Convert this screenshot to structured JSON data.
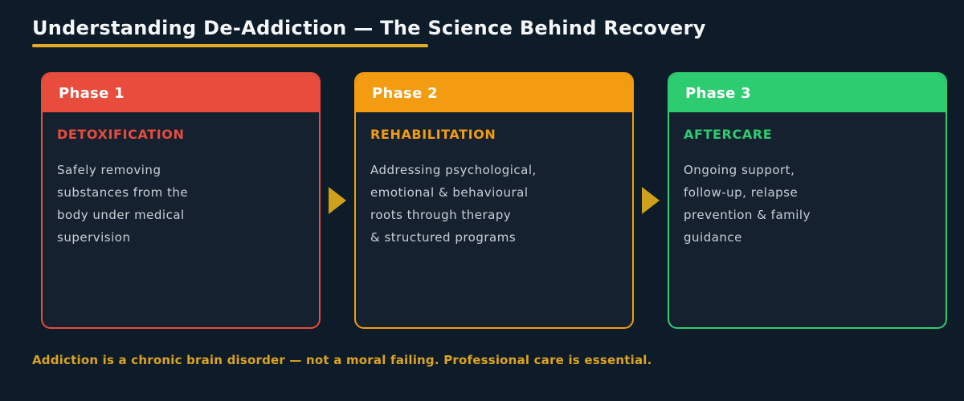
{
  "header": {
    "title": "Understanding De-Addiction — The Science Behind Recovery"
  },
  "phases": [
    {
      "label": "Phase 1",
      "stage": "DETOXIFICATION",
      "description": "Safely removing\nsubstances from the\nbody under medical\nsupervision",
      "color": "#E84C3D"
    },
    {
      "label": "Phase 2",
      "stage": "REHABILITATION",
      "description": "Addressing psychological,\nemotional & behavioural\nroots through therapy\n& structured programs",
      "color": "#F39C12"
    },
    {
      "label": "Phase 3",
      "stage": "AFTERCARE",
      "description": "Ongoing support,\nfollow-up, relapse\nprevention & family\nguidance",
      "color": "#2ECC71"
    }
  ],
  "footer": {
    "note": "Addiction is a chronic brain disorder — not a moral failing. Professional care is essential."
  },
  "colors": {
    "background": "#0E1B29",
    "card_background": "#15212E",
    "gold_underline": "#E3AC28",
    "gold_arrow": "#CFA01B",
    "gold_footer": "#DCA41E",
    "title_text": "#F4F6F8",
    "body_text": "#C9CFD7"
  }
}
